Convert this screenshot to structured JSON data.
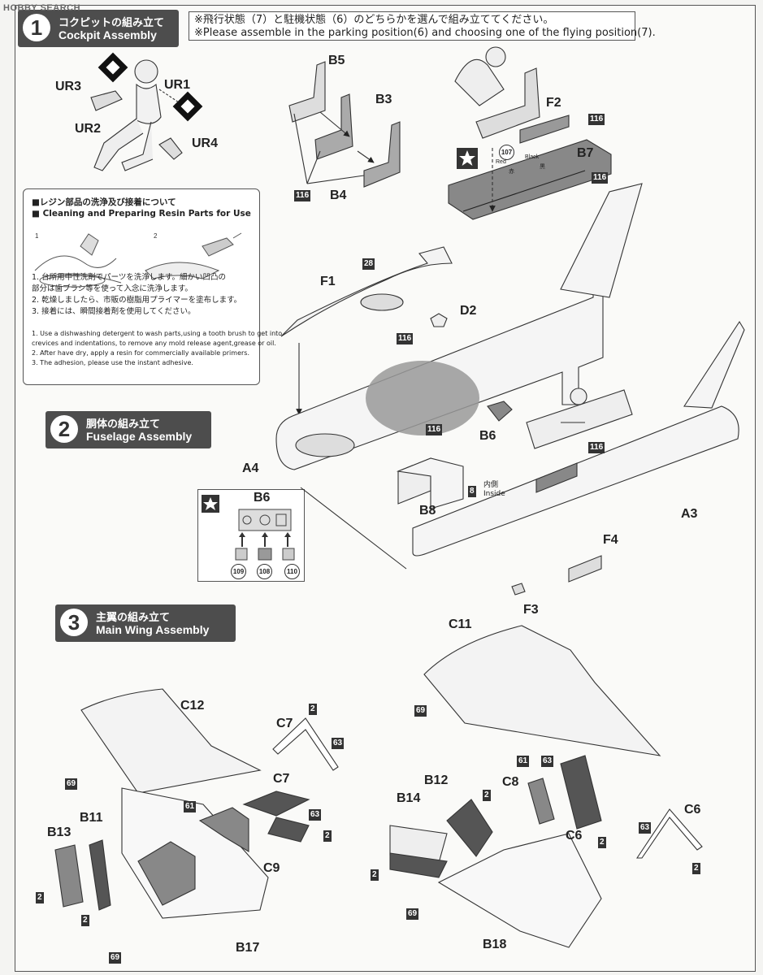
{
  "watermark": "HOBBY SEARCH",
  "notice": {
    "jp": "※飛行状態（7）と駐機状態（6）のどちらかを選んで組み立ててください。",
    "en": "※Please assemble in the parking position(6) and choosing one of the flying position(7)."
  },
  "sections": [
    {
      "number": "1",
      "jp": "コクピットの組み立て",
      "en": "Cockpit Assembly"
    },
    {
      "number": "2",
      "jp": "胴体の組み立て",
      "en": "Fuselage Assembly"
    },
    {
      "number": "3",
      "jp": "主翼の組み立て",
      "en": "Main Wing Assembly"
    }
  ],
  "resin_box": {
    "title_jp": "■レジン部品の洗浄及び接着について",
    "title_en": "■ Cleaning and Preparing Resin Parts for Use",
    "steps_jp": [
      "1. 台所用中性洗剤でパーツを洗浄します。細かい凹凸の",
      "   部分は歯ブラシ等を使って入念に洗浄します。",
      "2. 乾燥しましたら、市販の樹脂用プライマーを塗布します。",
      "3. 接着には、瞬間接着剤を使用してください。"
    ],
    "steps_en": [
      "1. Use a dishwashing detergent to wash parts,using a tooth brush to get into",
      "   crevices and indentations, to remove any mold release agent,grease or oil.",
      "2. After have dry, apply a resin for commercially available primers.",
      "3. The adhesion, please use the instant adhesive."
    ]
  },
  "part_labels": {
    "ur1": "UR1",
    "ur2": "UR2",
    "ur3": "UR3",
    "ur4": "UR4",
    "b5": "B5",
    "b3": "B3",
    "b4": "B4",
    "f2": "F2",
    "b7": "B7",
    "f1": "F1",
    "d2": "D2",
    "b6": "B6",
    "a4": "A4",
    "b8": "B8",
    "a3": "A3",
    "f4": "F4",
    "f3": "F3",
    "b6_inset": "B6",
    "c12": "C12",
    "c7a": "C7",
    "c7b": "C7",
    "c9": "C9",
    "b11": "B11",
    "b13": "B13",
    "b17": "B17",
    "c11": "C11",
    "b12": "B12",
    "b14": "B14",
    "c8": "C8",
    "c6a": "C6",
    "c6b": "C6",
    "b18": "B18"
  },
  "color_codes": {
    "c116": "116",
    "c28": "28",
    "c8": "8",
    "c2": "2",
    "c63": "63",
    "c61": "61",
    "c69": "69"
  },
  "decal_numbers": {
    "d107": "107",
    "d108": "108",
    "d109": "109",
    "d110": "110"
  },
  "misc_text": {
    "inside_jp": "内側",
    "inside_en": "Inside",
    "red": "Red",
    "black": "Black",
    "red_jp": "赤",
    "black_jp": "黒"
  },
  "colors": {
    "header_bg": "#4d4d4d",
    "part_grey": "#bcbcbc",
    "dark_part": "#555555"
  }
}
